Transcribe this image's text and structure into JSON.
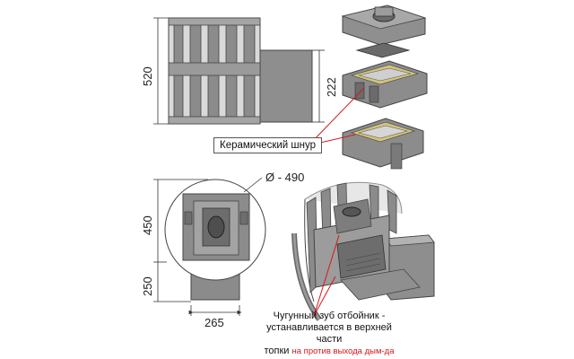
{
  "dims": {
    "height_total": "520",
    "height_chimney": "222",
    "diameter": "Ø - 490",
    "height_body": "450",
    "height_base": "250",
    "width_tunnel": "265"
  },
  "callouts": {
    "ceramic_cord": "Керамический шнур",
    "tooth_line1": "Чугунный зуб отбойник -",
    "tooth_line2": "устанавливается в верхней части",
    "tooth_line3": "топки",
    "tooth_red": "на против выхода дым-да"
  },
  "colors": {
    "metal": "#8b8b8b",
    "metal_dark": "#5e5e5e",
    "metal_light": "#b4b4b4",
    "accent_red": "#d8161b",
    "cord_yellow": "#d4c47a"
  }
}
